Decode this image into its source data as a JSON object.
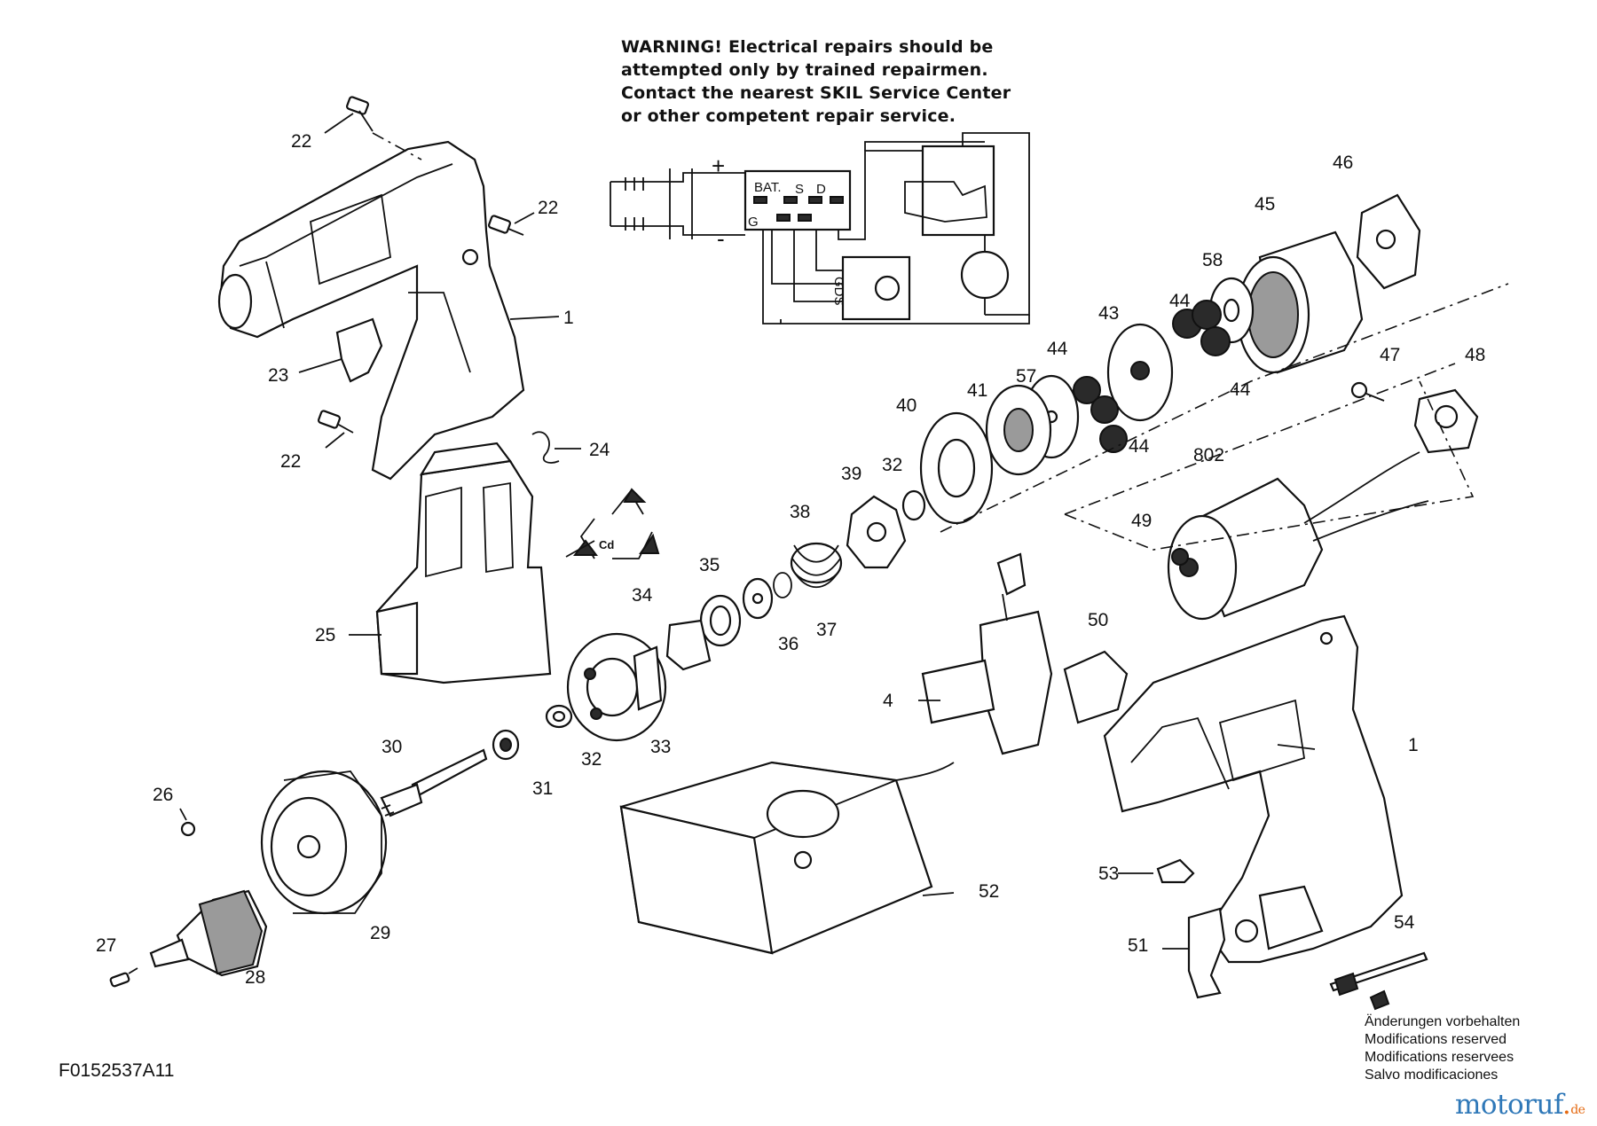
{
  "warning": [
    "WARNING! Electrical repairs should be",
    "attempted only by trained repairmen.",
    "Contact the nearest SKIL Service Center",
    "or other competent repair service."
  ],
  "schematic": {
    "bat": "BAT.",
    "s": "S",
    "d": "D",
    "g": "G",
    "gds": "GDS",
    "plus": "+",
    "minus": "-"
  },
  "recycle_symbol_text": "Cd",
  "part_numbers": {
    "p22a": "22",
    "p22b": "22",
    "p22c": "22",
    "p1a": "1",
    "p1b": "1",
    "p23": "23",
    "p24": "24",
    "p25": "25",
    "p26": "26",
    "p27": "27",
    "p28": "28",
    "p29": "29",
    "p30": "30",
    "p31": "31",
    "p32a": "32",
    "p32b": "32",
    "p33": "33",
    "p34": "34",
    "p35": "35",
    "p36": "36",
    "p37": "37",
    "p38": "38",
    "p39": "39",
    "p40": "40",
    "p41": "41",
    "p57": "57",
    "p44a": "44",
    "p44b": "44",
    "p44c": "44",
    "p44d": "44",
    "p43": "43",
    "p58": "58",
    "p45": "45",
    "p46": "46",
    "p47": "47",
    "p48": "48",
    "p802": "802",
    "p49": "49",
    "p50": "50",
    "p4": "4",
    "p52": "52",
    "p53": "53",
    "p51": "51",
    "p54": "54"
  },
  "drawing_code": "F0152537A11",
  "modifications": [
    "Änderungen vorbehalten",
    "Modifications reserved",
    "Modifications reservees",
    "Salvo modificaciones"
  ],
  "logo": {
    "name": "motoruf",
    "tld": "de"
  },
  "colors": {
    "line": "#111111",
    "logo_blue": "#2f78b8",
    "logo_orange": "#e56a12"
  }
}
